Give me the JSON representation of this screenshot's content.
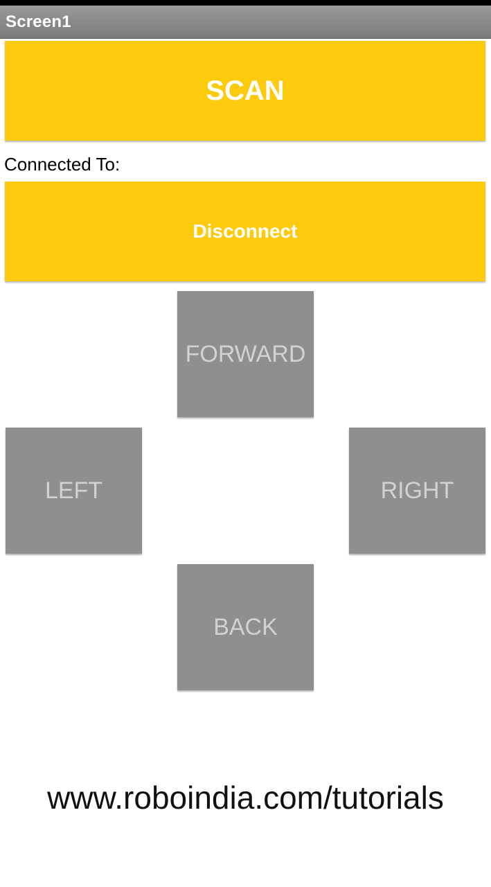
{
  "app": {
    "title": "Screen1"
  },
  "bluetooth": {
    "scan_label": "SCAN",
    "connected_label": "Connected To:",
    "disconnect_label": "Disconnect"
  },
  "controls": {
    "forward_label": "FORWARD",
    "left_label": "LEFT",
    "right_label": "RIGHT",
    "back_label": "BACK"
  },
  "footer": {
    "url": "www.roboindia.com/tutorials"
  },
  "colors": {
    "accent_yellow": "#fccb0d",
    "control_gray": "#8f8f8f",
    "title_bar_gray": "#8a8a8a"
  }
}
